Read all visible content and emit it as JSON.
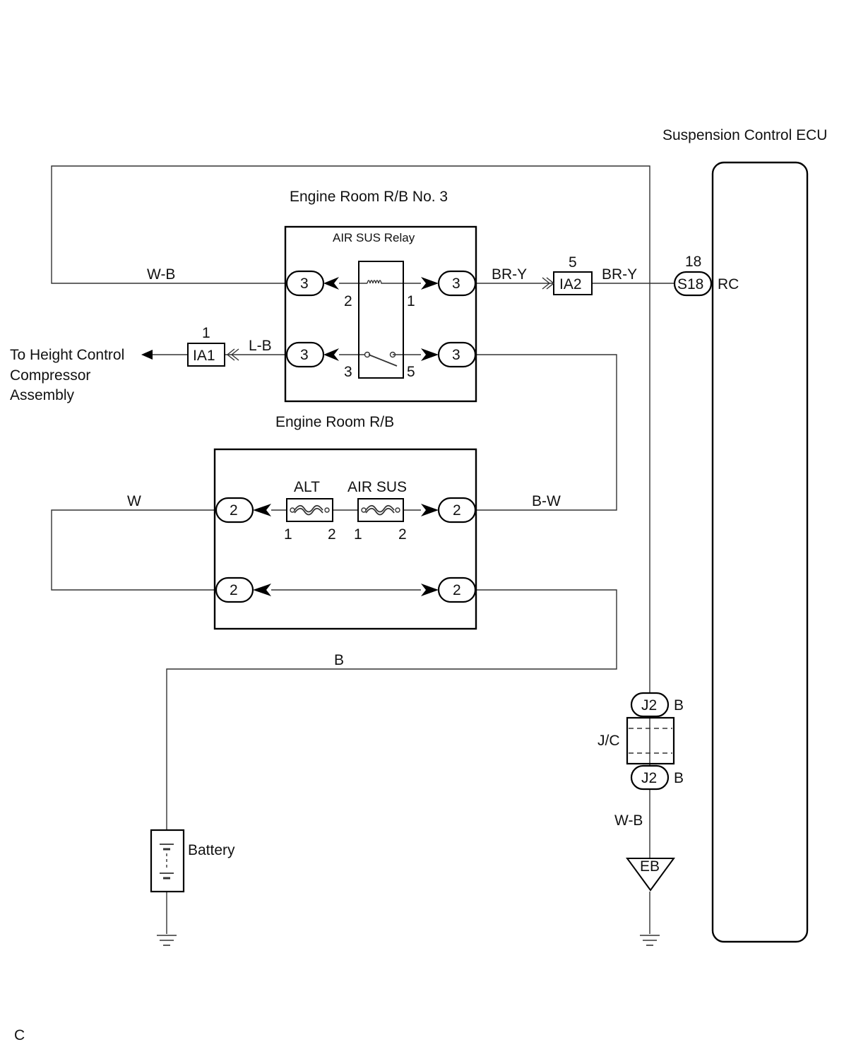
{
  "labels": {
    "ecu_title": "Suspension Control ECU",
    "rb3_title": "Engine Room R/B No. 3",
    "relay_title": "AIR SUS Relay",
    "rb_title": "Engine Room R/B",
    "height_line1": "To Height Control",
    "height_line2": "Compressor",
    "height_line3": "Assembly",
    "battery": "Battery",
    "jc": "J/C",
    "corner": "C"
  },
  "wires": {
    "wb_top": "W-B",
    "bry_left": "BR-Y",
    "bry_right": "BR-Y",
    "lb": "L-B",
    "w": "W",
    "bw": "B-W",
    "b": "B",
    "wb_bottom": "W-B"
  },
  "connectors": {
    "rb3_pin": "3",
    "rb_pin": "2",
    "ia1": "IA1",
    "ia1_pin": "1",
    "ia2": "IA2",
    "ia2_pin": "5",
    "s18": "S18",
    "s18_pin": "18",
    "s18_term": "RC",
    "j2": "J2",
    "j2_color": "B",
    "eb": "EB"
  },
  "relay_pins": {
    "coil_left": "2",
    "coil_right": "1",
    "sw_left": "3",
    "sw_right": "5"
  },
  "fuses": {
    "alt": "ALT",
    "air_sus": "AIR SUS",
    "pin1": "1",
    "pin2": "2"
  }
}
